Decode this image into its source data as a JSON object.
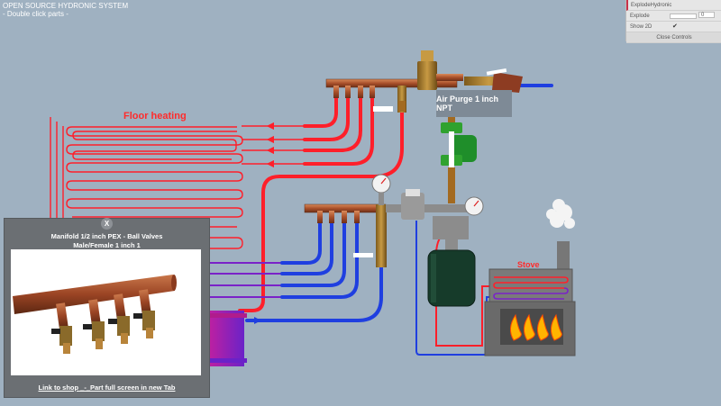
{
  "header": {
    "title": "OPEN SOURCE HYDRONIC SYSTEM",
    "subtitle": "- Double click parts -"
  },
  "controls": {
    "title": "ExplodeHydronic",
    "explode_label": "Explode",
    "explode_value": "0",
    "explode_fraction": 0,
    "show2d_label": "Show 2D",
    "show2d_check": "✔",
    "show2d_checked": true,
    "close_label": "Close Controls"
  },
  "labels": {
    "floor_heating": "Floor heating",
    "air_purge": "Air Purge 1 inch NPT",
    "stove": "Stove"
  },
  "popup": {
    "close": "X",
    "title_line1": "Manifold 1/2 inch PEX - Ball Valves",
    "title_line2": "Male/Female 1 inch 1",
    "link": "Link to shop _-_Part full screen in new Tab"
  },
  "colors": {
    "background": "#9fb1c1",
    "hot_pipe": "#ff1f2a",
    "cold_pipe": "#1f3fe0",
    "purple_pipe": "#7a22c8",
    "copper": "#b3562f",
    "accent": "#c8304a"
  }
}
